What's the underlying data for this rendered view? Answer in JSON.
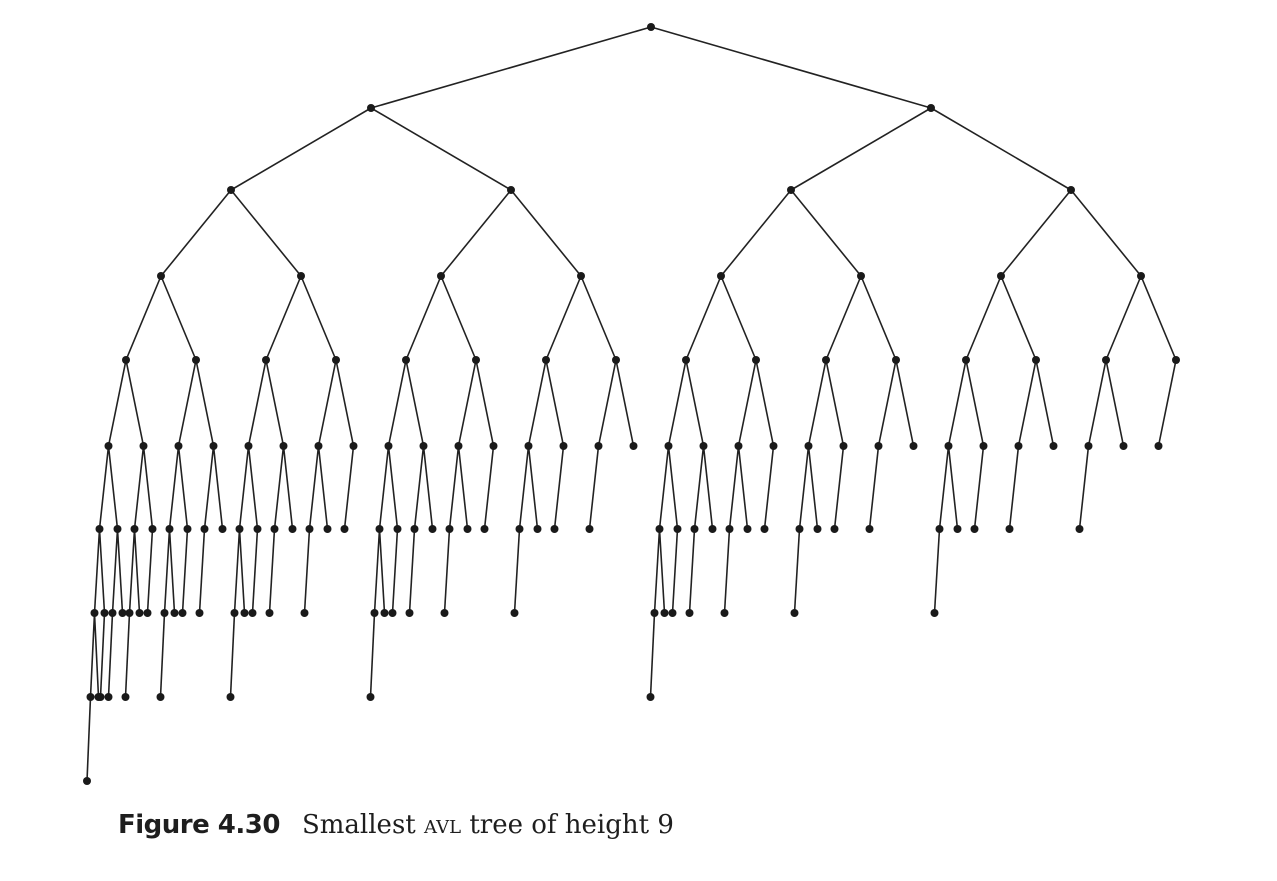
{
  "caption": {
    "label": "Figure 4.30",
    "text_before": "Smallest ",
    "text_acronym": "avl",
    "text_after": " tree of height 9"
  },
  "tree": {
    "height": 9,
    "node_count": 143,
    "kind": "Fibonacci (smallest) AVL tree"
  }
}
